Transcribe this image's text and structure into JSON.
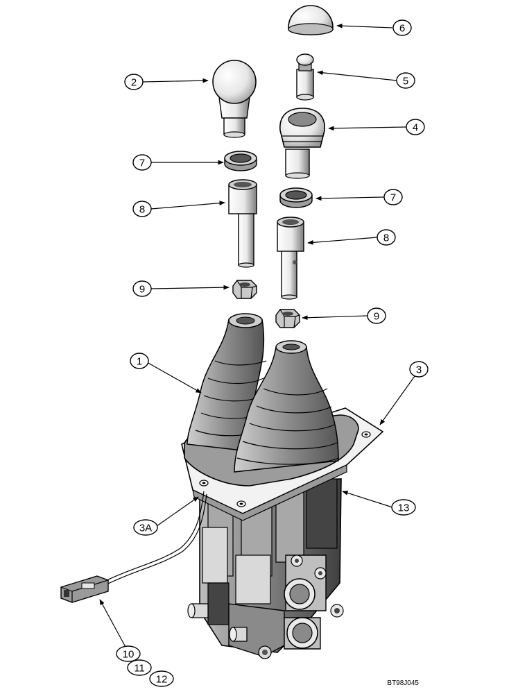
{
  "diagram": {
    "drawing_code": "BT98J045",
    "callouts": [
      {
        "id": "c1",
        "text": "1"
      },
      {
        "id": "c2",
        "text": "2"
      },
      {
        "id": "c3",
        "text": "3"
      },
      {
        "id": "c3a",
        "text": "3A"
      },
      {
        "id": "c4",
        "text": "4"
      },
      {
        "id": "c5",
        "text": "5"
      },
      {
        "id": "c6",
        "text": "6"
      },
      {
        "id": "c7a",
        "text": "7"
      },
      {
        "id": "c7b",
        "text": "7"
      },
      {
        "id": "c8a",
        "text": "8"
      },
      {
        "id": "c8b",
        "text": "8"
      },
      {
        "id": "c9a",
        "text": "9"
      },
      {
        "id": "c9b",
        "text": "9"
      },
      {
        "id": "c10",
        "text": "10"
      },
      {
        "id": "c11",
        "text": "11"
      },
      {
        "id": "c12",
        "text": "12"
      },
      {
        "id": "c13",
        "text": "13"
      }
    ]
  }
}
